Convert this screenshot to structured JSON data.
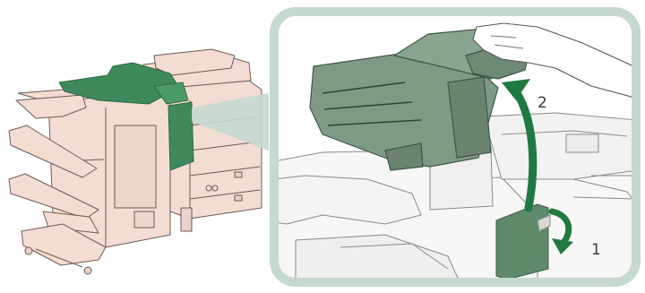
{
  "steps": {
    "step_1": "1",
    "step_2": "2"
  },
  "colors": {
    "machine_body": "#f3ddd2",
    "machine_outline": "#6a5a55",
    "highlight_part": "#3f8a5a",
    "callout_frame": "#c5d9cf",
    "arrow": "#1f7a3f",
    "detail_machine": "#f7f7f5",
    "detail_outline": "#8a8a8a",
    "tray_fill": "#7f9a84"
  },
  "icons": {
    "overview": "copier-with-finisher",
    "detail": "raising-tray-hand",
    "arrow_1": "curved-down-arrow",
    "arrow_2": "curved-up-arrow"
  }
}
